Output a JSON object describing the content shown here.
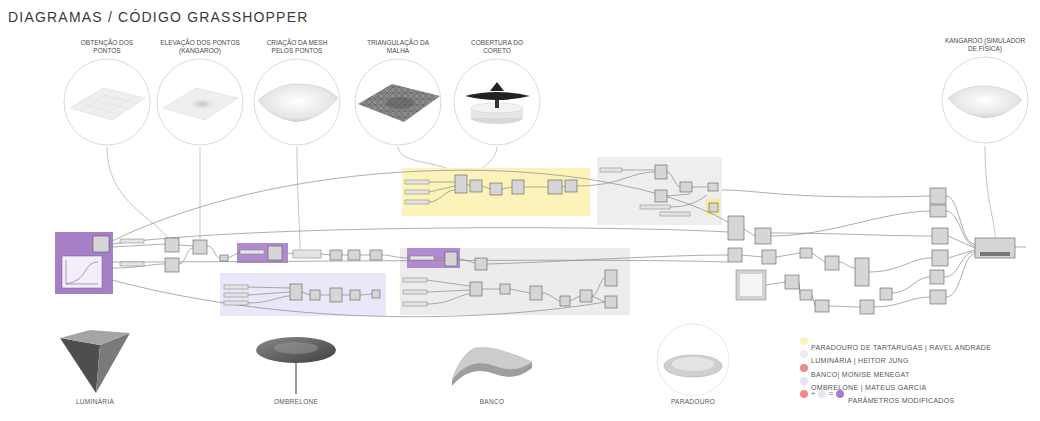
{
  "diagram": {
    "title": "DIAGRAMAS / CÓDIGO GRASSHOPPER",
    "nodes": [
      {
        "text": [
          "OBTENÇÃO DOS PONTOS"
        ]
      },
      {
        "text": [
          "ELEVAÇÃO DOS PONTOS (KANGAROO)"
        ]
      },
      {
        "text": [
          "CRIAÇÃO DA MESH PELOS PONTOS"
        ]
      },
      {
        "text": [
          "TRIANGULAÇÃO DA MALHA"
        ]
      },
      {
        "text": [
          "COBERTURA DO CORETO"
        ]
      },
      {
        "text": [
          "KANGAROO (SIMULADOR DE FÍSICA)"
        ]
      }
    ],
    "labels": [
      "LUMINÁRIA",
      "OMBRELONE",
      "BANCO",
      "PARADOURO",
      "+",
      "="
    ],
    "legend": [
      {
        "text": "PARADOURO DE TARTARUGAS | RAVEL ANDRADE",
        "color": "#fbf3b9"
      },
      {
        "text": "LUMINÁRIA | HEITOR JUNG",
        "color": "#ececec"
      },
      {
        "text": "BANCO| MONISE MENEGAT",
        "color": "#ec8a8f"
      },
      {
        "text": "OMBRELONE | MATEUS GARCIA",
        "color": "#e6e3f7"
      },
      {
        "text": "PARÂMETROS MODIFICADOS",
        "color": "#a67fc6"
      }
    ]
  }
}
